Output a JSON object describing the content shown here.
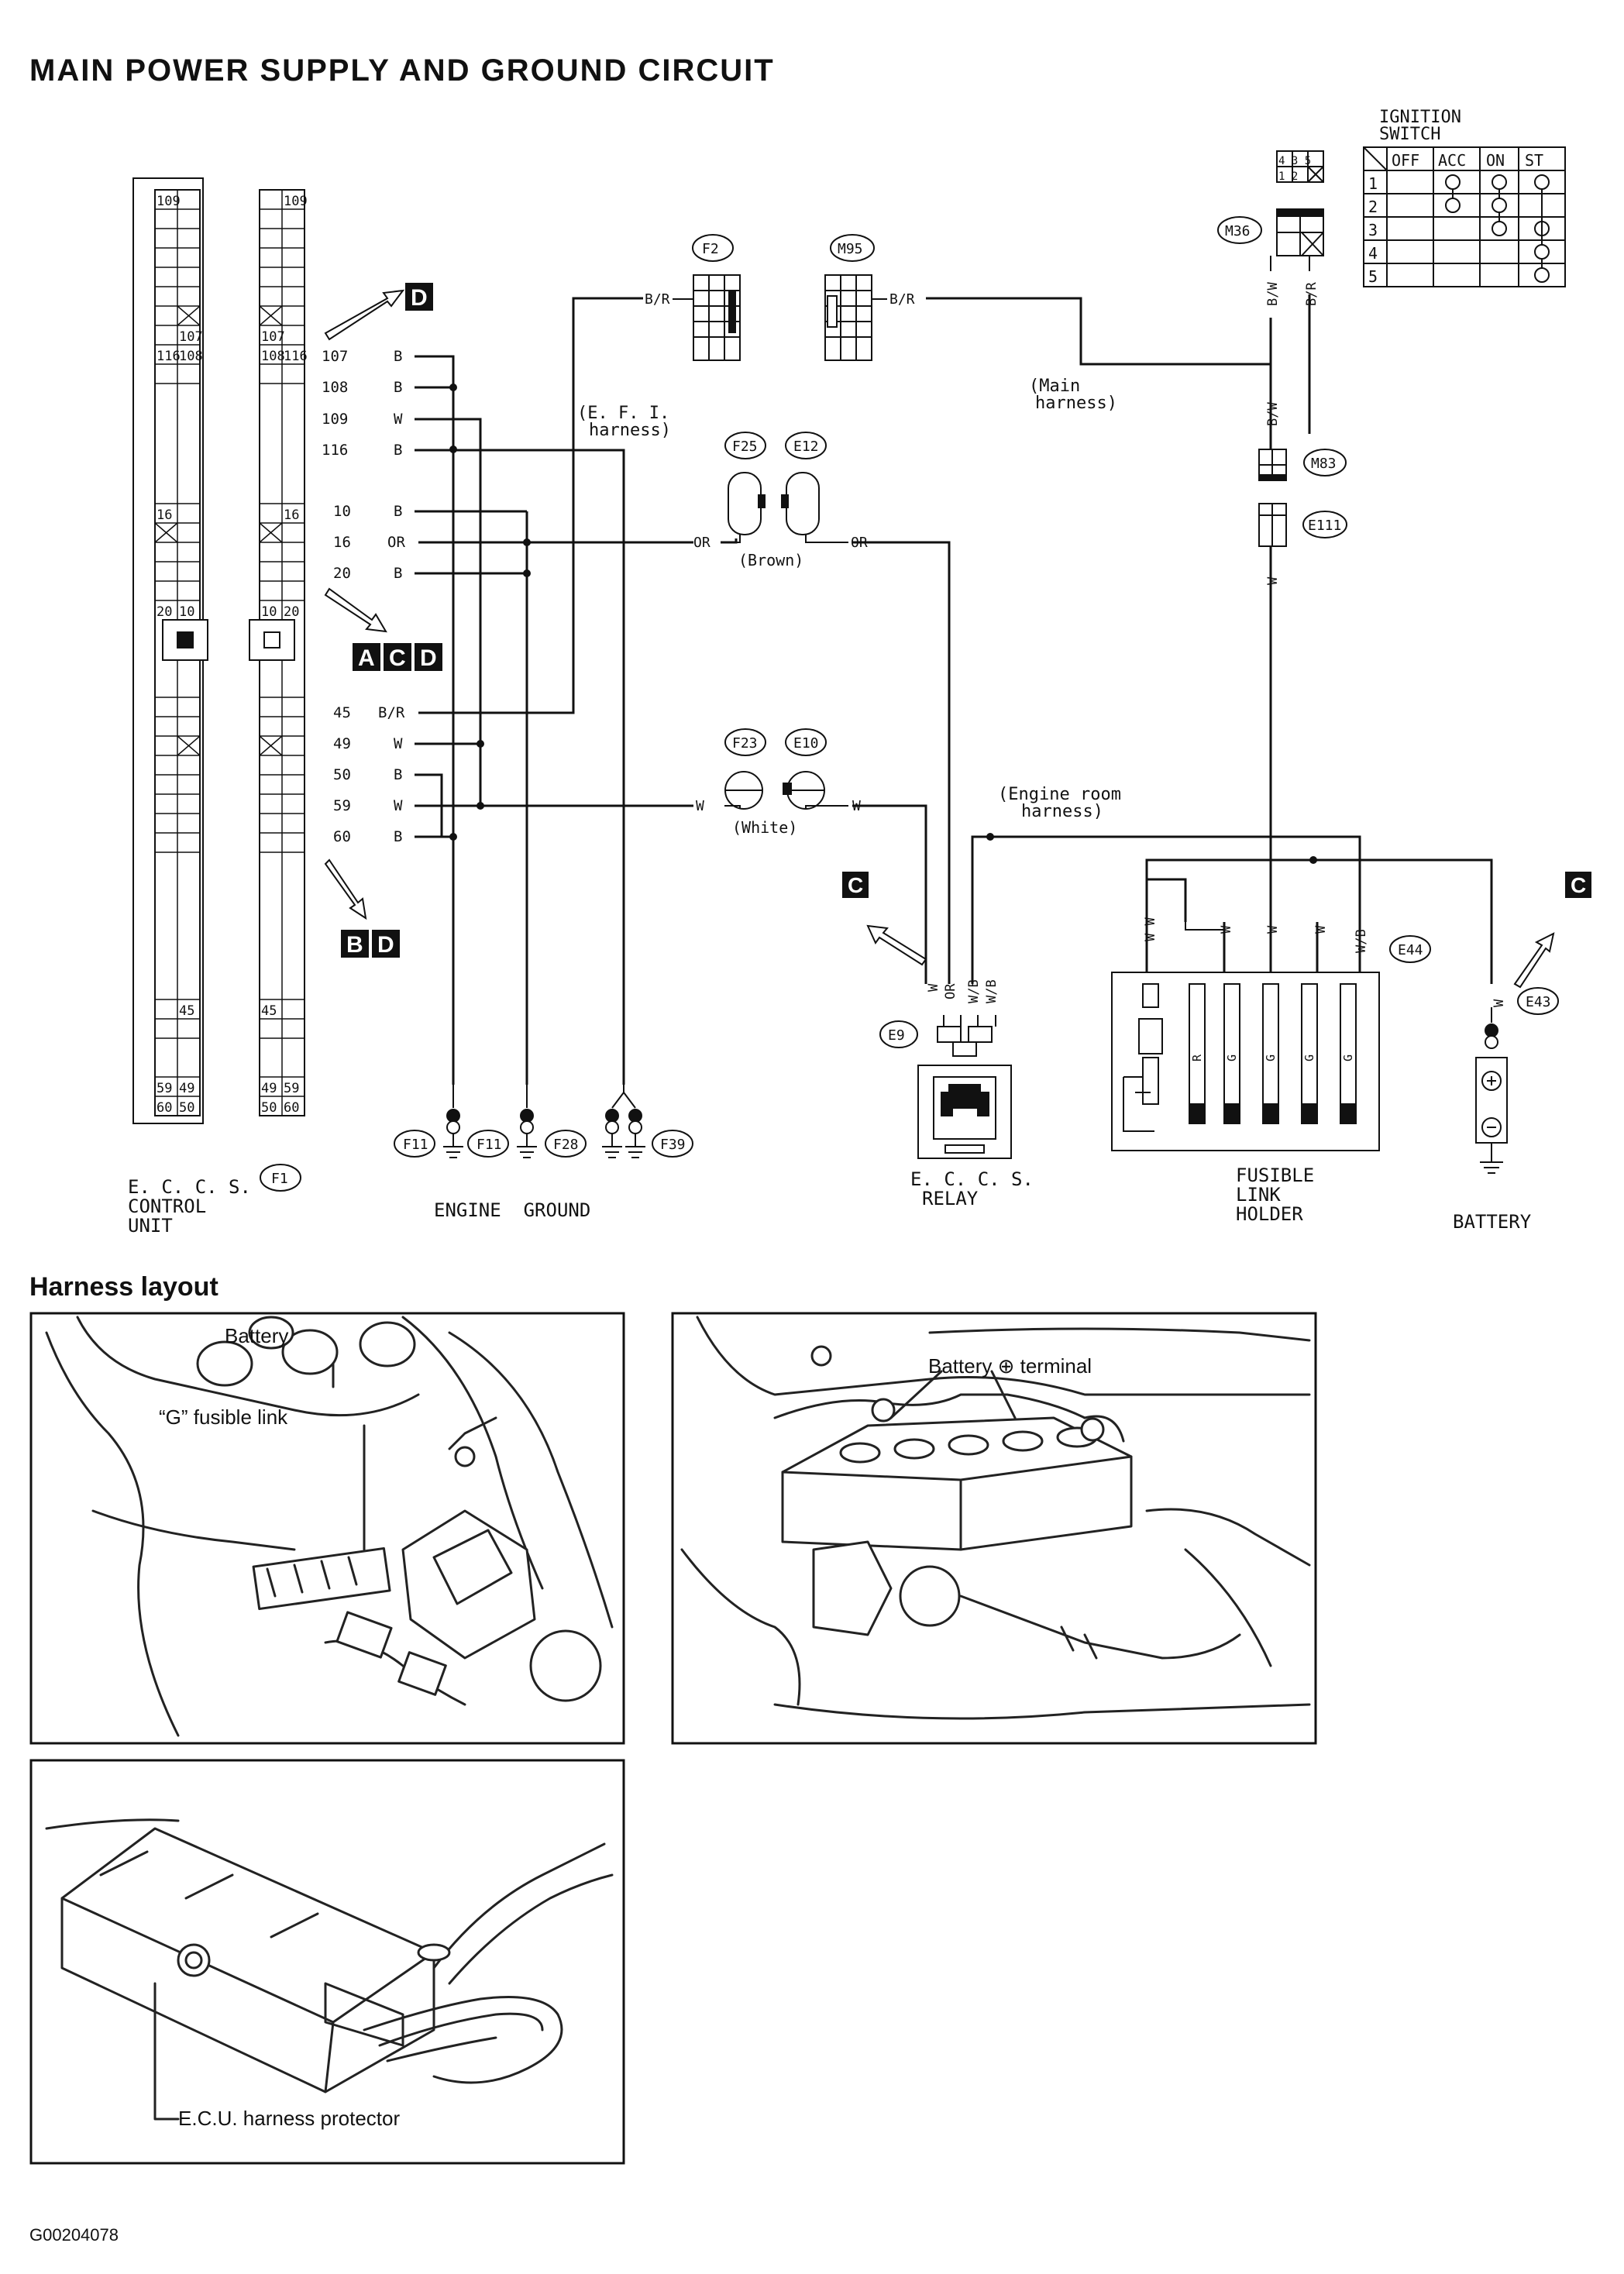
{
  "title": "MAIN POWER SUPPLY AND GROUND CIRCUIT",
  "ecu": {
    "label_lines": [
      "E. C. C. S.",
      "CONTROL",
      "UNIT"
    ],
    "connector_id": "F1",
    "left_pins": [
      "109",
      "107",
      "116",
      "108",
      "16",
      "20",
      "10",
      "45",
      "59",
      "49",
      "60",
      "50"
    ],
    "right_pins": [
      "109",
      "107",
      "108",
      "116",
      "16",
      "10",
      "20",
      "45",
      "49",
      "59",
      "50",
      "60"
    ]
  },
  "terminals": [
    {
      "pin": "107",
      "color": "B"
    },
    {
      "pin": "108",
      "color": "B"
    },
    {
      "pin": "109",
      "color": "W"
    },
    {
      "pin": "116",
      "color": "B"
    },
    {
      "pin": "10",
      "color": "B"
    },
    {
      "pin": "16",
      "color": "OR"
    },
    {
      "pin": "20",
      "color": "B"
    },
    {
      "pin": "45",
      "color": "B/R"
    },
    {
      "pin": "49",
      "color": "W"
    },
    {
      "pin": "50",
      "color": "B"
    },
    {
      "pin": "59",
      "color": "W"
    },
    {
      "pin": "60",
      "color": "B"
    }
  ],
  "refs": {
    "d": "D",
    "a": "A",
    "c": "C",
    "b": "B"
  },
  "connectors": {
    "f2": "F2",
    "m95": "M95",
    "f25": "F25",
    "e12": "E12",
    "f23": "F23",
    "e10": "E10",
    "m36": "M36",
    "m83": "M83",
    "e111": "E111",
    "e9": "E9",
    "e44": "E44",
    "e43": "E43",
    "f11a": "F11",
    "f11b": "F11",
    "f28": "F28",
    "f39": "F39",
    "m36_small_top": "4 3 5",
    "m36_small_bot": "1 2"
  },
  "wire_labels": {
    "br_left": "B/R",
    "br_right": "B/R",
    "or_left": "OR",
    "or_right": "OR",
    "w_left": "W",
    "w_right": "W",
    "bw_m36": "B/W",
    "br_m36": "B/R",
    "bw_m83": "B/W",
    "w_e111": "W",
    "relay_w": "W",
    "relay_or": "OR",
    "relay_wb1": "W/B",
    "relay_wb2": "W/B",
    "fl_ww": "W W",
    "fl_w1": "W",
    "fl_w2": "W",
    "fl_w3": "W",
    "fl_wb": "W/B",
    "e43_w": "W",
    "fl_r": "R",
    "fl_g1": "G",
    "fl_g2": "G",
    "fl_g3": "G",
    "fl_g4": "G"
  },
  "harness_notes": {
    "efi": [
      "(E. F. I.",
      "harness)"
    ],
    "main": [
      "(Main",
      "harness)"
    ],
    "engine_room": [
      "(Engine room",
      "harness)"
    ],
    "brown": "(Brown)",
    "white": "(White)"
  },
  "ignition_switch": {
    "title_lines": [
      "IGNITION",
      "SWITCH"
    ],
    "columns": [
      "OFF",
      "ACC",
      "ON",
      "ST"
    ],
    "rows": [
      "1",
      "2",
      "3",
      "4",
      "5"
    ]
  },
  "labels": {
    "engine_ground": "ENGINE  GROUND",
    "relay": [
      "E. C. C. S.",
      "RELAY"
    ],
    "fusible": [
      "FUSIBLE",
      "LINK",
      "HOLDER"
    ],
    "battery": "BATTERY"
  },
  "harness_layout": {
    "heading": "Harness layout",
    "panel1_battery": "Battery",
    "panel1_fusible": "“G” fusible link",
    "panel2_battery": "Battery ⊕ terminal",
    "panel3_protector": "E.C.U. harness protector"
  },
  "figure_code": "G00204078"
}
